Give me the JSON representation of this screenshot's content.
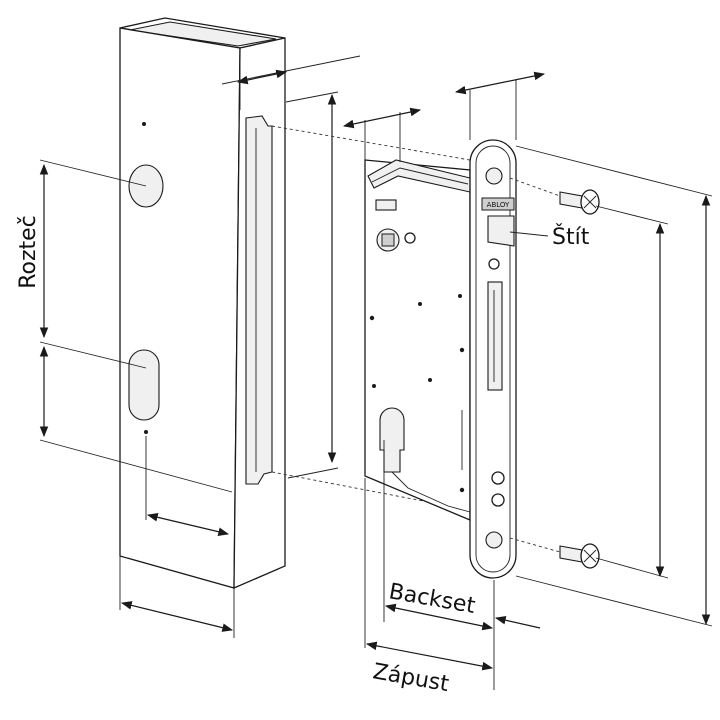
{
  "diagram": {
    "labels": {
      "roztec": "Rozteč",
      "stit": "Štít",
      "backset": "Backset",
      "zapust": "Zápust"
    },
    "badge_text": "ABLOY"
  }
}
